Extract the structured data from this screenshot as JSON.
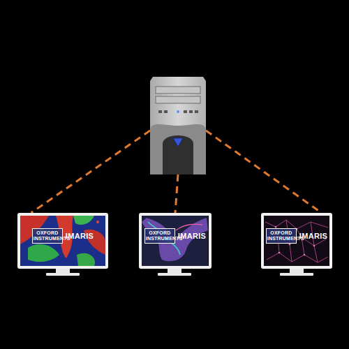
{
  "diagram": {
    "nodes": [
      {
        "text": []
      },
      {
        "text": [
          "OXFORD INSTRUMENTS",
          "IMARIS"
        ]
      },
      {
        "text": [
          "OXFORD INSTRUMENTS",
          "IMARIS"
        ]
      },
      {
        "text": [
          "OXFORD INSTRUMENTS",
          "IMARIS"
        ]
      }
    ],
    "edges": [
      {
        "from": 0,
        "to": 1,
        "arrow": "none"
      },
      {
        "from": 0,
        "to": 2,
        "arrow": "none"
      },
      {
        "from": 0,
        "to": 3,
        "arrow": "none"
      }
    ]
  }
}
